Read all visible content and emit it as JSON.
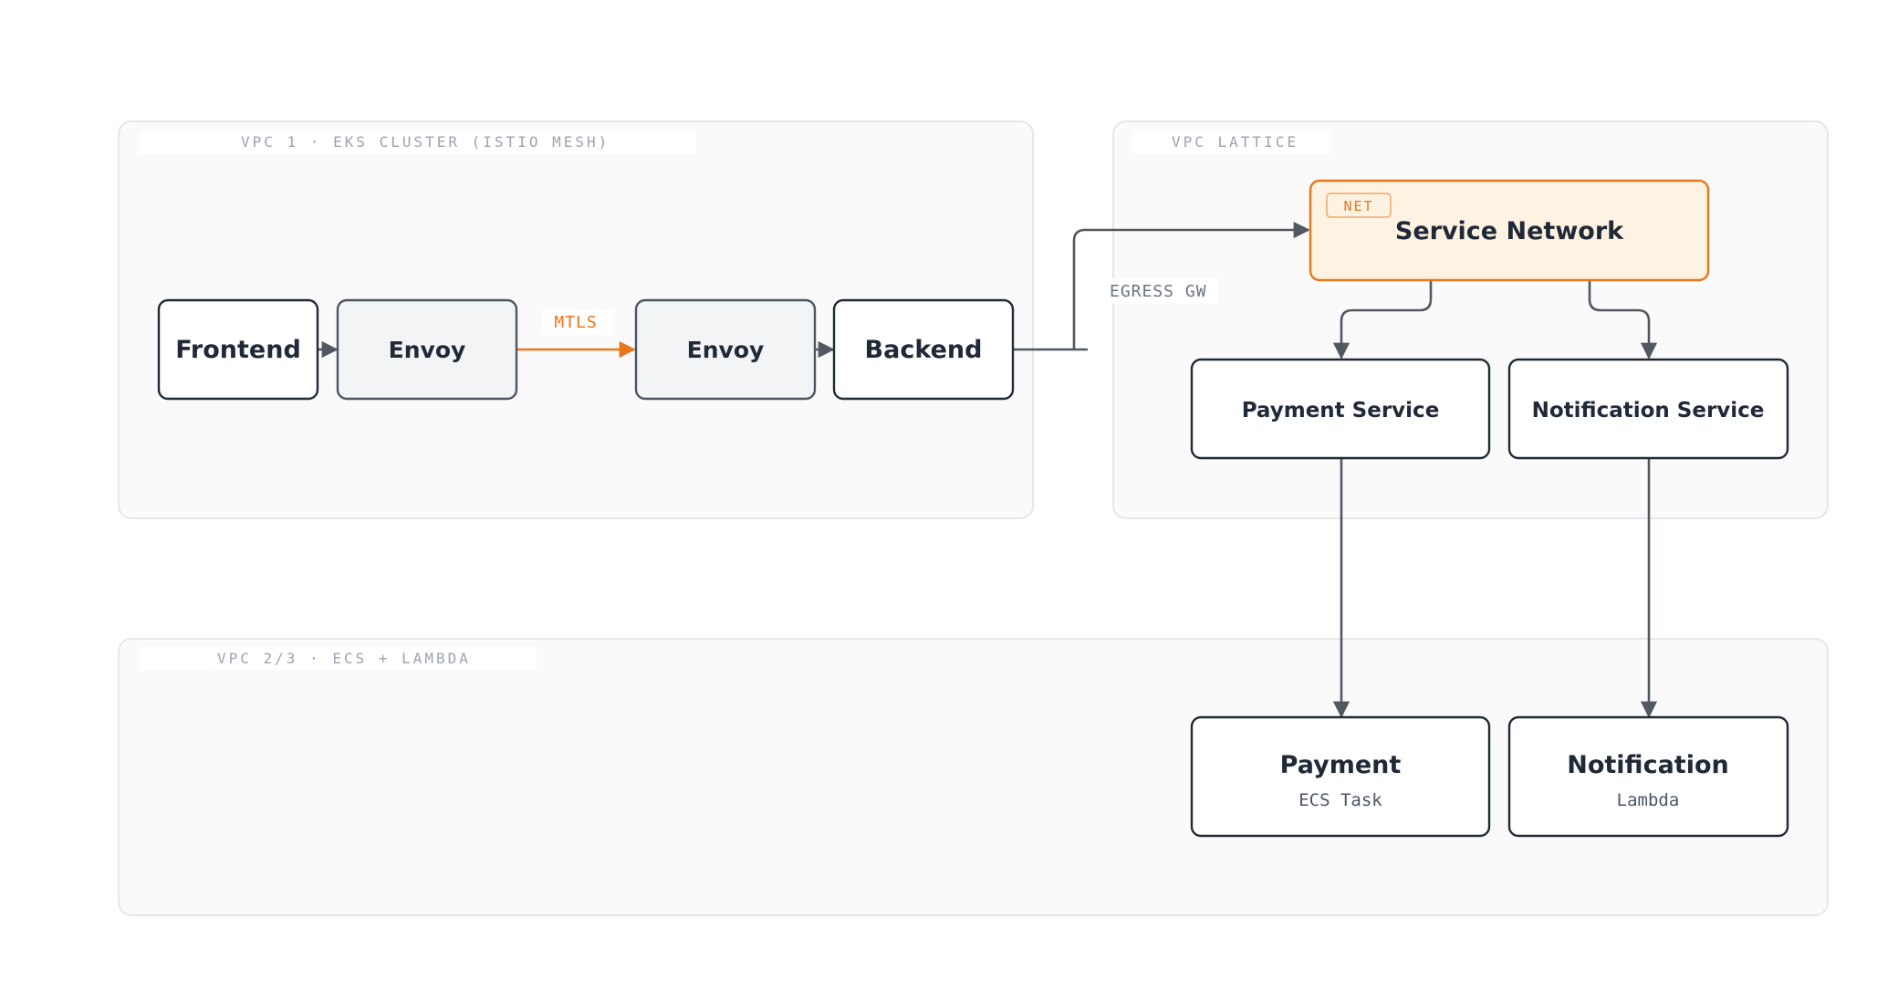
{
  "groups": {
    "vpc1": "VPC 1 · EKS CLUSTER (ISTIO MESH)",
    "lattice": "VPC LATTICE",
    "vpc23": "VPC 2/3 · ECS + LAMBDA"
  },
  "nodes": {
    "frontend": "Frontend",
    "envoy1": "Envoy",
    "envoy2": "Envoy",
    "backend": "Backend",
    "service_network": {
      "badge": "NET",
      "title": "Service Network"
    },
    "payment_service": "Payment Service",
    "notification_service": "Notification Service",
    "payment": {
      "title": "Payment",
      "subtitle": "ECS Task"
    },
    "notification": {
      "title": "Notification",
      "subtitle": "Lambda"
    }
  },
  "edges": {
    "mtls_label": "MTLS",
    "egress_label": "EGRESS GW"
  },
  "colors": {
    "accent": "#e8761c",
    "accent_fill": "#fef3e2",
    "edge": "#525861",
    "node_border": "#1f2937",
    "group_fill": "#fafafa",
    "group_border": "#e5e7eb"
  }
}
